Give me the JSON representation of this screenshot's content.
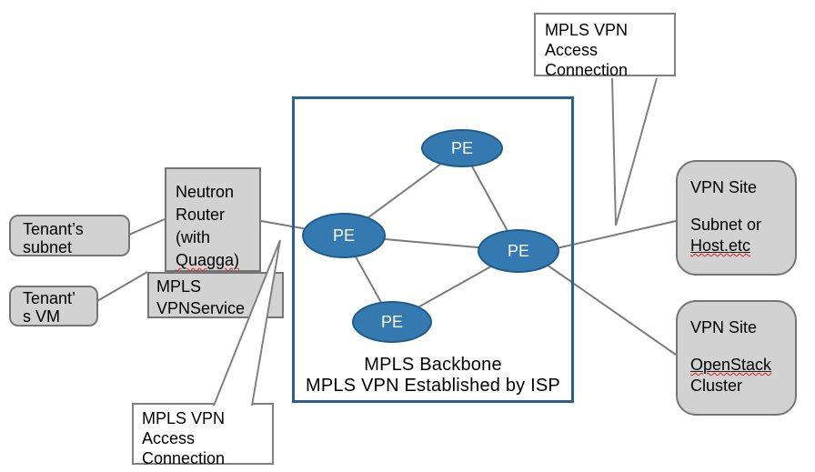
{
  "nodes": {
    "tenant_subnet": {
      "lines": [
        "Tenant’s",
        "subnet"
      ]
    },
    "tenant_vm": {
      "lines": [
        "Tenant’",
        "s VM"
      ]
    },
    "neutron_router": {
      "lines": [
        "Neutron",
        "Router",
        "(with",
        "Quagga)"
      ]
    },
    "mpls_vpnservice": {
      "lines": [
        "MPLS",
        "VPNService"
      ]
    },
    "vpn_site_subnet": {
      "lines": [
        "VPN Site",
        "",
        "Subnet or",
        "Host.etc"
      ]
    },
    "vpn_site_openstack": {
      "lines": [
        "VPN Site",
        "",
        "OpenStack",
        "Cluster"
      ]
    }
  },
  "backbone": {
    "label_line1": "MPLS Backbone",
    "label_line2": "MPLS VPN Established by ISP",
    "pe_labels": [
      "PE",
      "PE",
      "PE",
      "PE"
    ]
  },
  "callouts": {
    "top": {
      "lines": [
        "MPLS VPN",
        "Access",
        "Connection"
      ]
    },
    "bottom": {
      "lines": [
        "MPLS VPN",
        "Access",
        "Connection"
      ]
    }
  },
  "colors": {
    "pe_fill": "#3579B1",
    "pe_border": "#1F5C8C",
    "backbone_border": "#2B618E",
    "node_fill": "#D2D2D2",
    "node_border": "#757575",
    "connector": "#7A7A7A",
    "callout_fill": "#FFFFFF",
    "spellcheck": "#E02020"
  }
}
